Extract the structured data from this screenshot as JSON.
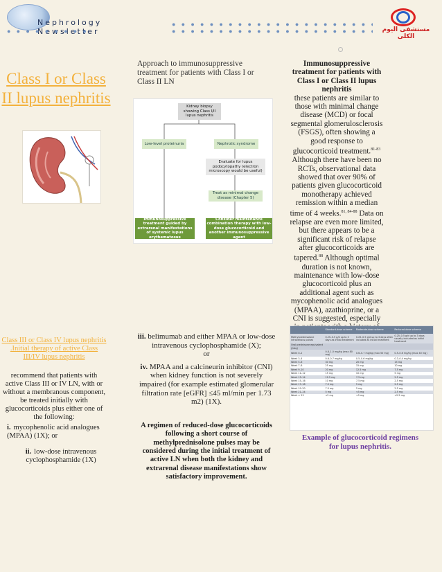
{
  "header": {
    "logo_line1": "Nephrology",
    "logo_line2": "Newsletter",
    "dots": "● ● ● ● ● ● ● ● ● ● ● ● ● ● ● ● ● ● ● ● ● ● ● ● ● ● ● ● ● ● ● ● ● ● ● ● ● ● ● ● ● ● ● ● ● ● ● ● ● ● ●",
    "right_logo_text": "مستشفى اليوم الكلى"
  },
  "left": {
    "title": "Class I or Class II lupus nephritis"
  },
  "approach": {
    "text": "Approach to immunosuppressive treatment for patients with Class I or Class II LN"
  },
  "flowchart": {
    "top": "Kidney biopsy showing Class I/II lupus nephritis",
    "left_branch": "Low-level proteinuria",
    "right_branch": "Nephrotic syndrome",
    "evaluate": "Evaluate for lupus podocytopathy (electron microscopy would be useful)",
    "treat": "Treat as minimal change disease (Chapter 5)",
    "left_bottom": "Immunosuppressive treatment guided by extrarenal manifestations of systemic lupus erythematosus",
    "right_bottom": "Consider maintenance combination therapy with low-dose glucocorticoid and another immunosuppressive agent"
  },
  "right": {
    "heading": "Immunosuppressive treatment for patients with Class I or Class II lupus nephritis",
    "p1": "these patients are similar to those with minimal change disease (MCD) or focal segmental glomerulosclerosis (FSGS), often showing a good response to glucocorticoid treatment.",
    "ref1": "81-83",
    "p2": " Although there have been no RCTs, observational data showed that over 90% of patients given glucocorticoid monotherapy achieved remission within a median time of 4 weeks.",
    "ref2": "81, 84-88",
    "p3": " Data on relapse are even more limited, but there appears to be a significant risk of relapse after glucocorticoids are tapered.",
    "ref3": "88",
    "p4": " Although optimal duration is not known, maintenance with low-dose glucocorticoid plus an additional agent such as mycophenolic acid analogues (MPAA), azathioprine, or a CNI is suggested, especially in patients with a history of relapse."
  },
  "bottom_left": {
    "heading": "Class III or Class IV lupus nephritis .Initial therapy of active Class III/IV lupus nephritis",
    "body": "recommend that patients with active Class III or IV LN, with or without a membranous component, be treated initially with glucocorticoids plus either one of the following:",
    "item1_num": "i.",
    "item1_text": "mycophenolic acid analogues (MPAA) (1X); or",
    "item2_num": "ii.",
    "item2_text": "low-dose intravenous cyclophosphamide (1X)"
  },
  "bottom_mid": {
    "item3_num": "iii.",
    "item3_text": "belimumab and either MPAA or low-dose intravenous cyclophosphamide (X);",
    "or": "or",
    "item4_num": "iv.",
    "item4_text": "MPAA and a calcineurin inhibitor (CNI) when kidney function is not severely impaired (for example estimated glomerular filtration rate [eGFR] ≤45 ml/min per 1.73 m2) (1X).",
    "bold_par": "A regimen of reduced-dose glucocorticoids following a short course of methylprednisolone pulses may be considered during the initial treatment of active LN when both the kidney and extrarenal disease manifestations show satisfactory improvement."
  },
  "table": {
    "headers": [
      "",
      "Standard-dose scheme",
      "Moderate-dose scheme",
      "Reduced-dose scheme"
    ],
    "rows": [
      [
        "Methylprednisolone intravenous pulses",
        "0.25–0.5 g/d up to 3 days as initial treatment",
        "0.25–0.5 g/d up to 3 days often included as initial treatment",
        "0.25–0.5 g/d up to 3 days usually included as initial treatment"
      ],
      [
        "Oral prednisone equivalent (/day)",
        "",
        "",
        ""
      ],
      [
        "Week 0–2",
        "0.8–1.0 mg/kg (max 80 mg)",
        "0.6–0.7 mg/kg (max 50 mg)",
        "0.5–0.6 mg/kg (max 40 mg)"
      ],
      [
        "Week 3–4",
        "0.6–0.7 mg/kg",
        "0.5–0.6 mg/kg",
        "0.3–0.4 mg/kg"
      ],
      [
        "Week 5–6",
        "30 mg",
        "20 mg",
        "15 mg"
      ],
      [
        "Week 7–8",
        "25 mg",
        "15 mg",
        "10 mg"
      ],
      [
        "Week 9–10",
        "20 mg",
        "12.5 mg",
        "7.5 mg"
      ],
      [
        "Week 11–12",
        "15 mg",
        "10 mg",
        "5 mg"
      ],
      [
        "Week 13–14",
        "12.5 mg",
        "7.5 mg",
        "2.5 mg"
      ],
      [
        "Week 15–16",
        "10 mg",
        "7.5 mg",
        "2.5 mg"
      ],
      [
        "Week 17–18",
        "7.5 mg",
        "5 mg",
        "2.5 mg"
      ],
      [
        "Week 19–20",
        "7.5 mg",
        "5 mg",
        "2.5 mg"
      ],
      [
        "Week 21–24",
        "5 mg",
        "<5 mg",
        "2.5 mg"
      ],
      [
        "Week > 25",
        "<5 mg",
        "<5 mg",
        "<2.5 mg"
      ]
    ]
  },
  "caption": "Example of glucocorticoid regimens for lupus nephritis."
}
